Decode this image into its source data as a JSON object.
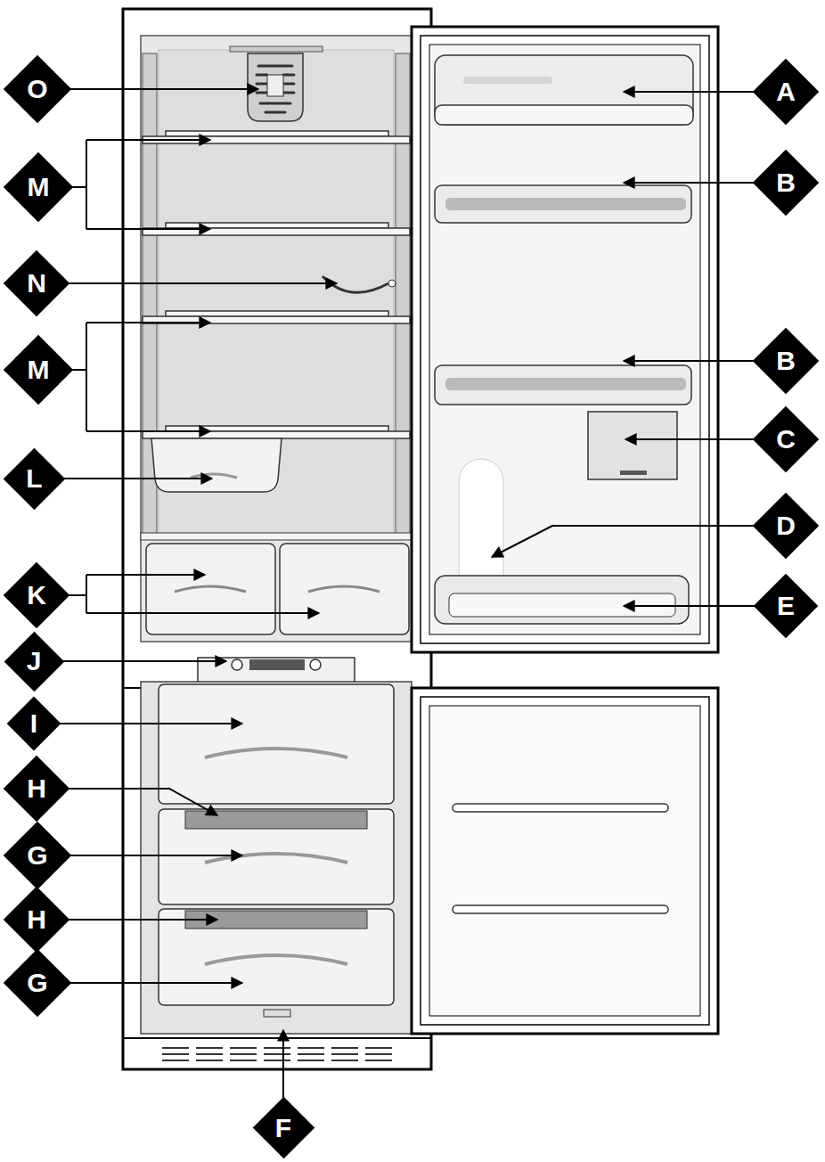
{
  "diagram": {
    "nodes": [
      {
        "text": [
          "O"
        ]
      },
      {
        "text": [
          "M"
        ]
      },
      {
        "text": [
          "N"
        ]
      },
      {
        "text": [
          "M"
        ]
      },
      {
        "text": [
          "L"
        ]
      },
      {
        "text": [
          "K"
        ]
      },
      {
        "text": [
          "J"
        ]
      },
      {
        "text": [
          "I"
        ]
      },
      {
        "text": [
          "H"
        ]
      },
      {
        "text": [
          "G"
        ]
      },
      {
        "text": [
          "H"
        ]
      },
      {
        "text": [
          "G"
        ]
      },
      {
        "text": [
          "A"
        ]
      },
      {
        "text": [
          "B"
        ]
      },
      {
        "text": [
          "B"
        ]
      },
      {
        "text": [
          "C"
        ]
      },
      {
        "text": [
          "D"
        ]
      },
      {
        "text": [
          "E"
        ]
      },
      {
        "text": [
          "F"
        ]
      }
    ]
  }
}
